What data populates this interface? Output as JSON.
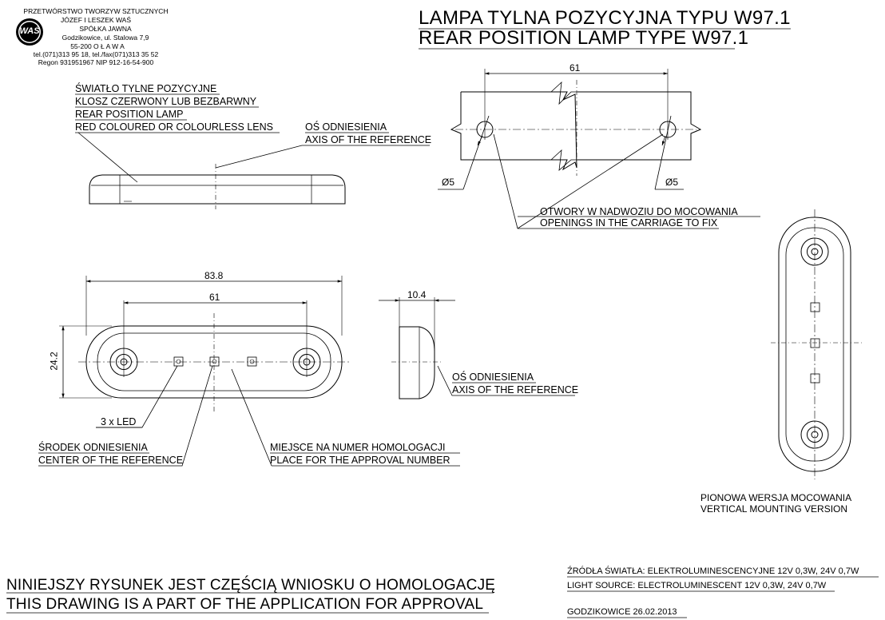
{
  "company": {
    "line1": "PRZETWÓRSTWO TWORZYW SZTUCZNYCH",
    "line2": "JÓZEF I LESZEK WAŚ",
    "line3": "SPÓŁKA JAWNA",
    "line4": "Godzikowice, ul. Stalowa 7,9",
    "line5": "55-200   O Ł A W A",
    "line6": "tel.(071)313 95 18, tel./fax(071)313 35 52",
    "line7": "Regon 931951967 NIP 912-16-54-900",
    "logo_text": "WAŚ"
  },
  "title": {
    "pl": "LAMPA TYLNA POZYCYJNA TYPU W97.1",
    "en": "REAR POSITION LAMP TYPE W97.1"
  },
  "labels": {
    "lamp_pl": "ŚWIATŁO TYLNE POZYCYJNE",
    "lens_pl": "KLOSZ CZERWONY LUB BEZBARWNY",
    "lamp_en": "REAR POSITION LAMP",
    "lens_en": "RED COLOURED OR COLOURLESS LENS",
    "axis_top_pl": "OŚ ODNIESIENIA",
    "axis_top_en": "AXIS OF THE REFERENCE",
    "openings_pl": "OTWORY W NADWOZIU DO MOCOWANIA",
    "openings_en": "OPENINGS IN THE CARRIAGE TO FIX",
    "axis_mid_pl": "OŚ ODNIESIENIA",
    "axis_mid_en": "AXIS OF THE REFERENCE",
    "led": "3 x LED",
    "center_pl": "ŚRODEK ODNIESIENIA",
    "center_en": "CENTER OF THE REFERENCE",
    "approval_pl": "MIEJSCE NA NUMER HOMOLOGACJI",
    "approval_en": "PLACE FOR THE APPROVAL NUMBER",
    "vertical_pl": "PIONOWA WERSJA MOCOWANIA",
    "vertical_en": "VERTICAL MOUNTING VERSION"
  },
  "dimensions": {
    "hole_spacing_top": "61",
    "hole_left": "Ø5",
    "hole_right": "Ø5",
    "overall_length": "83.8",
    "hole_spacing_front": "61",
    "height": "24.2",
    "depth": "10.4"
  },
  "footer": {
    "note_pl": "NINIEJSZY RYSUNEK JEST CZĘŚCIĄ WNIOSKU O  HOMOLOGACJĘ",
    "note_en": "THIS DRAWING IS A PART OF THE APPLICATION FOR  APPROVAL",
    "source_pl": "ŹRÓDŁA ŚWIATŁA: ELEKTROLUMINESCENCYJNE  12V  0,3W, 24V  0,7W",
    "source_en": "LIGHT SOURCE: ELECTROLUMINESCENT  12V  0,3W, 24V  0,7W",
    "place_date": "GODZIKOWICE    26.02.2013"
  }
}
